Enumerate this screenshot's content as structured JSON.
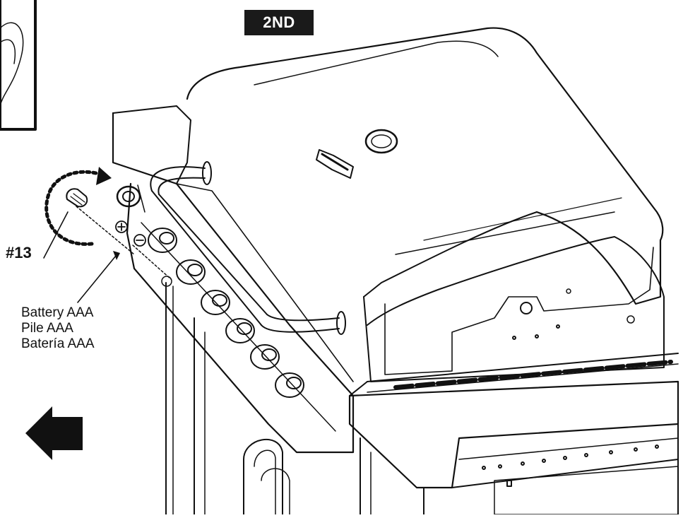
{
  "step": {
    "label": "2ND"
  },
  "part": {
    "label": "#13"
  },
  "battery": {
    "lines": [
      "Battery AAA",
      "Pile AAA",
      "Batería AAA"
    ]
  },
  "polarity": {
    "positive": "⊕",
    "negative": "⊖"
  },
  "colors": {
    "ink": "#111111",
    "badge": "#1a1a1a",
    "background": "#ffffff"
  }
}
